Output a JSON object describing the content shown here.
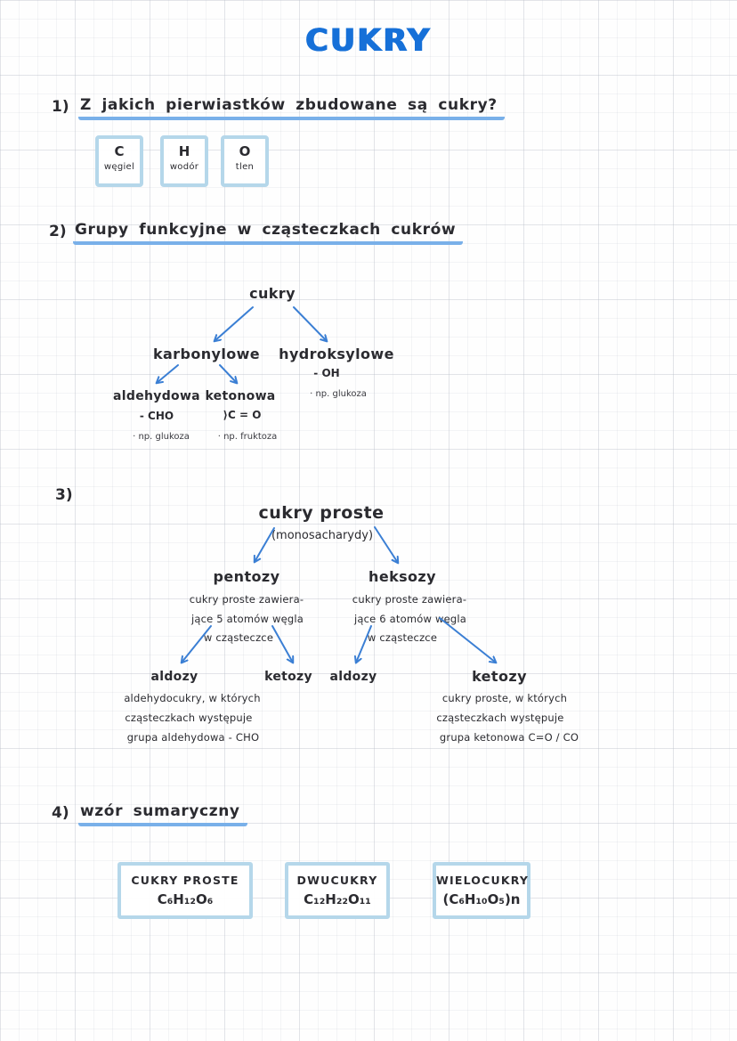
{
  "colors": {
    "accent": "#1670d8",
    "arrow": "#3b7fd4",
    "underline": "#79b0e9",
    "box-border": "#b5d7ea",
    "ink": "#2b2b30"
  },
  "title": "CUKRY",
  "s1": {
    "num": "1)",
    "heading": "Z jakich pierwiastków zbudowane są cukry?",
    "elements": [
      {
        "symbol": "C",
        "name": "węgiel"
      },
      {
        "symbol": "H",
        "name": "wodór"
      },
      {
        "symbol": "O",
        "name": "tlen"
      }
    ]
  },
  "s2": {
    "num": "2)",
    "heading": "Grupy funkcyjne w cząsteczkach cukrów",
    "root": "cukry",
    "karbonylowe": "karbonylowe",
    "hydroksylowe": "hydroksylowe",
    "oh": "- OH",
    "oh_example": "· np. glukoza",
    "aldehydowa": "aldehydowa",
    "cho": "- CHO",
    "aldehydowa_example": "· np. glukoza",
    "ketonowa": "ketonowa",
    "co": "⟩C = O",
    "ketonowa_example": "· np. fruktoza"
  },
  "s3": {
    "num": "3)",
    "root": "cukry proste",
    "root_sub": "(monosacharydy)",
    "pentozy": {
      "label": "pentozy",
      "desc1": "cukry proste zawiera-",
      "desc2": "jące 5 atomów węgla",
      "desc3": "w cząsteczce"
    },
    "heksozy": {
      "label": "heksozy",
      "desc1": "cukry proste zawiera-",
      "desc2": "jące 6 atomów węgla",
      "desc3": "w cząsteczce"
    },
    "aldozy_l": "aldozy",
    "ketozy_l": "ketozy",
    "aldozy_r": "aldozy",
    "ketozy_r": "ketozy",
    "aldozy_desc1": "aldehydocukry, w których",
    "aldozy_desc2": "cząsteczkach występuje",
    "aldozy_desc3": "grupa aldehydowa  - CHO",
    "ketozy_desc1": "cukry proste, w których",
    "ketozy_desc2": "cząsteczkach występuje",
    "ketozy_desc3": "grupa ketonowa  C=O / CO"
  },
  "s4": {
    "num": "4)",
    "heading": "wzór sumaryczny",
    "boxes": [
      {
        "title": "CUKRY  PROSTE",
        "formula": "C₆H₁₂O₆"
      },
      {
        "title": "DWUCUKRY",
        "formula": "C₁₂H₂₂O₁₁"
      },
      {
        "title": "WIELOCUKRY",
        "formula": "(C₆H₁₀O₅)n"
      }
    ]
  }
}
